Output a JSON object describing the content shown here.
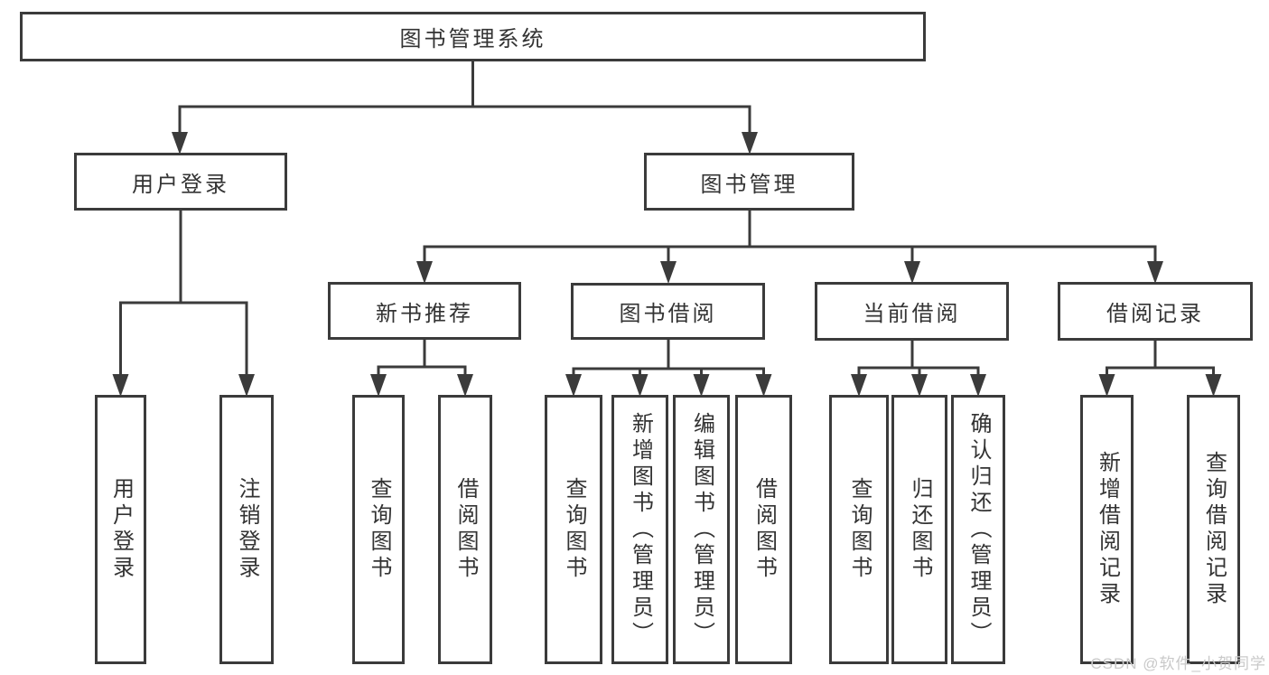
{
  "tree": {
    "label": "图书管理系统",
    "children": [
      {
        "label": "用户登录",
        "children": [
          {
            "label": "用户登录"
          },
          {
            "label": "注销登录"
          }
        ]
      },
      {
        "label": "图书管理",
        "children": [
          {
            "label": "新书推荐",
            "children": [
              {
                "label": "查询图书"
              },
              {
                "label": "借阅图书"
              }
            ]
          },
          {
            "label": "图书借阅",
            "children": [
              {
                "label": "查询图书"
              },
              {
                "label": "新增图书（管理员）"
              },
              {
                "label": "编辑图书（管理员）"
              },
              {
                "label": "借阅图书"
              }
            ]
          },
          {
            "label": "当前借阅",
            "children": [
              {
                "label": "查询图书"
              },
              {
                "label": "归还图书"
              },
              {
                "label": "确认归还（管理员）"
              }
            ]
          },
          {
            "label": "借阅记录",
            "children": [
              {
                "label": "新增借阅记录"
              },
              {
                "label": "查询借阅记录"
              }
            ]
          }
        ]
      }
    ]
  },
  "watermark": {
    "text": "CSDN @软件_小贺同学"
  },
  "colors": {
    "line": "#3b3b3b",
    "text": "#333333",
    "background": "#ffffff",
    "watermark": "#c9c9c9"
  }
}
